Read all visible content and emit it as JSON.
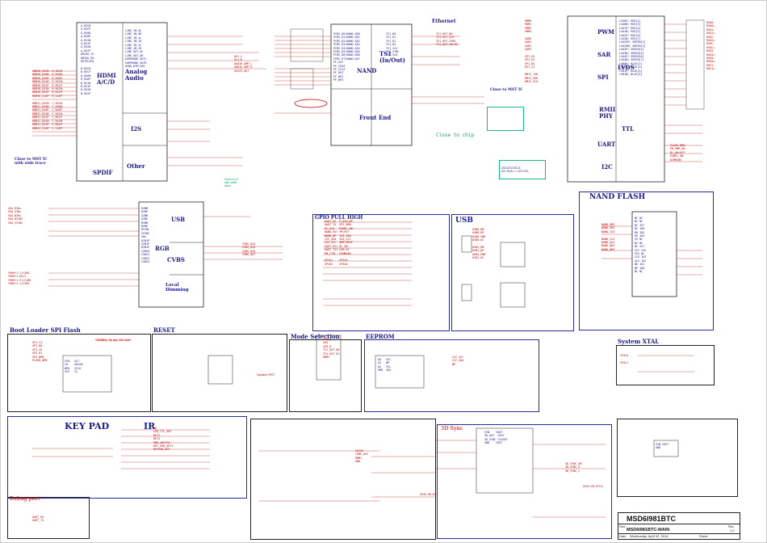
{
  "sections": {
    "hdmi": "HDMI\nA/C/D",
    "analog_audio": "Analog\nAudio",
    "i2s": "I2S",
    "other": "Other",
    "spdif": "SPDIF",
    "nand": "NAND",
    "ts1": "TS1\n(In/Out)",
    "front_end": "Front End",
    "ethernet": "Ethernet",
    "pwm": "PWM",
    "sar": "SAR",
    "spi": "SPI",
    "lvds": "LVDS",
    "rmii_phy": "RMII\nPHY",
    "ttl": "TTL",
    "uart": "UART",
    "i2c": "I2C",
    "usb_block": "USB",
    "rgb": "RGB",
    "cvbs": "CVBS",
    "local_dimming": "Local\nDimming",
    "gpio_pull_high": "GPIO PULL HIGH",
    "usb": "USB",
    "nand_flash": "NAND FLASH",
    "boot_loader": "Boot Loader SPI Flash",
    "reset": "RESET",
    "mode_selection": "Mode Selection",
    "eeprom": "EEPROM",
    "system_xtal": "System XTAL",
    "key_pad": "KEY PAD",
    "ir": "IR",
    "debug_port": "Debug port",
    "three_d_sync": "3D Sync"
  },
  "notes": {
    "close_to_mst_ic": "Close to MST IC\nwith wide trace",
    "close_to_chip": "Close to chip",
    "close_to_mst_ic2": "Close to MST IC",
    "close_to_ic": "Close to IC\nwith width\ntrace",
    "i2c_note": "20111013.BCG\nI2C-SDA <-> I2C-SCL",
    "flash_note": "*100MHz, No any VIA hole*",
    "system_rst": "System RST",
    "date_note": "2011.09.15",
    "date_note2": "2011.09.1TCL"
  },
  "title_block": {
    "title": "MSD6I981BTC",
    "document_number": "MSD6I981BTC-MAIN",
    "date_label": "Date",
    "date_value": "Wednesday, April 02, 2014",
    "sheet_label": "Sheet",
    "size_label": "Size",
    "rev_label": "Rev",
    "rev_value": "1.0"
  }
}
